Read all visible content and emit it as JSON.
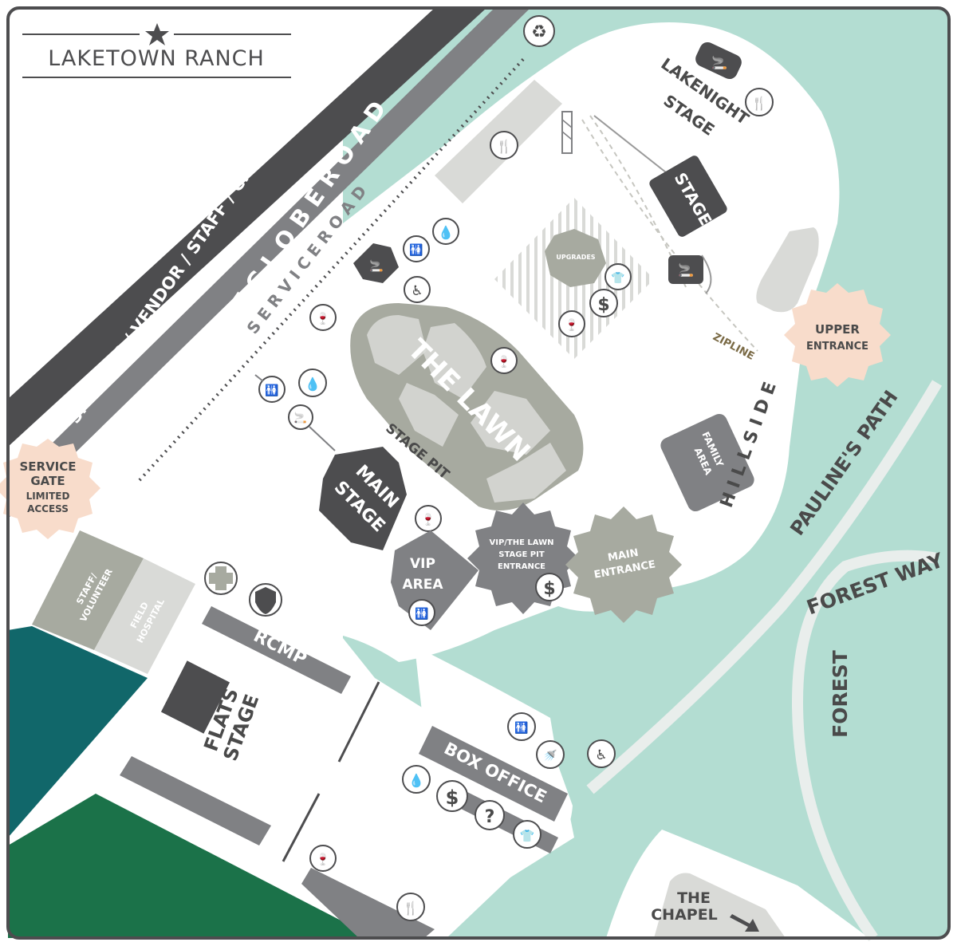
{
  "title": "LAKETOWN RANCH",
  "colors": {
    "water": "#b3ddd2",
    "ground": "#ffffff",
    "dark_gray": "#4d4d4f",
    "mid_gray": "#808184",
    "light_gray": "#d9dad7",
    "lawn": "#a7aaa0",
    "beige_badge": "#f8dccb",
    "teal_field": "#11676a",
    "green_field": "#1b7249",
    "border": "#4d4d4f"
  },
  "roads": {
    "parking": "SPONSOR / VENDOR / STAFF / CREW / ARTIST PARKING",
    "teleglobe": "T E L E G L O B E   R O A D",
    "service_road": "S E R V I C E   R O A D",
    "paulines_path": "PAULINE'S PATH",
    "forest_way": "FOREST WAY",
    "forest": "FOREST"
  },
  "zones": {
    "lakenight_line1": "LAKENIGHT",
    "lakenight_line2": "STAGE",
    "stage": "STAGE",
    "upgrades": "UPGRADES",
    "zipline": "ZIPLINE",
    "the_lawn": "THE LAWN",
    "stage_pit": "STAGE PIT",
    "main_stage_line1": "MAIN",
    "main_stage_line2": "STAGE",
    "vip_line1": "VIP",
    "vip_line2": "AREA",
    "hillside": "H I L L S I D E",
    "family_line1": "FAMILY",
    "family_line2": "AREA",
    "staff_line1": "STAFF/",
    "staff_line2": "VOLUNTEER",
    "field_line1": "FIELD",
    "field_line2": "HOSPITAL",
    "rcmp": "RCMP",
    "flats_line1": "FLATS",
    "flats_line2": "STAGE",
    "box_office": "BOX OFFICE",
    "chapel_line1": "THE",
    "chapel_line2": "CHAPEL"
  },
  "badges": {
    "service_gate_line1": "SERVICE",
    "service_gate_line2": "GATE",
    "service_gate_line3": "LIMITED",
    "service_gate_line4": "ACCESS",
    "upper_line1": "UPPER",
    "upper_line2": "ENTRANCE",
    "main_line1": "MAIN",
    "main_line2": "ENTRANCE",
    "vip_line1": "VIP/THE LAWN",
    "vip_line2": "STAGE PIT",
    "vip_line3": "ENTRANCE"
  },
  "icon_glyphs": {
    "recycle": "♻",
    "smoking": "🚬",
    "food": "🍴",
    "water": "💧",
    "restroom": "🚻",
    "accessible": "♿",
    "bar": "🍷",
    "merch": "👕",
    "money": "$",
    "info": "?",
    "shower": "🚿",
    "first_aid": "+",
    "police": "🛡"
  }
}
